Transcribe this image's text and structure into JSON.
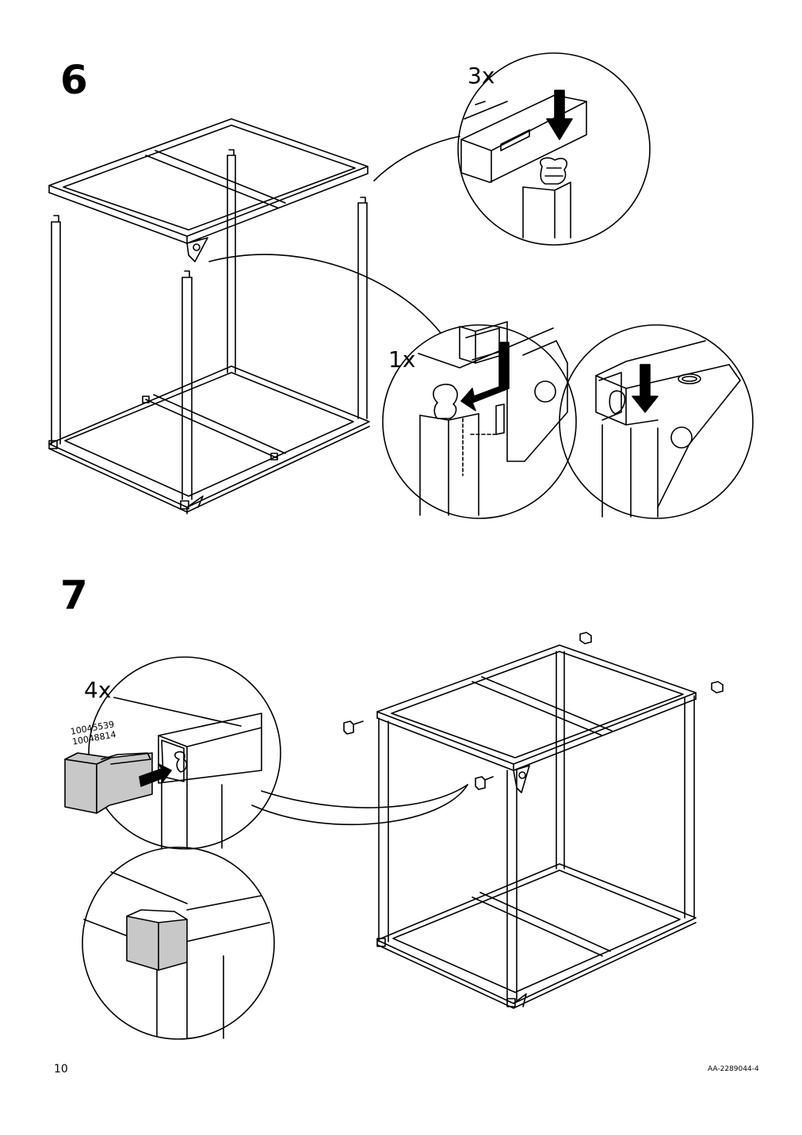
{
  "page": {
    "page_number": "10",
    "document_code": "AA-2289044-4"
  },
  "steps": [
    {
      "number": "6",
      "callouts": [
        {
          "quantity": "3x"
        },
        {
          "quantity": "1x"
        }
      ]
    },
    {
      "number": "7",
      "callouts": [
        {
          "quantity": "4x",
          "part_numbers": [
            "10045539",
            "10048814"
          ]
        }
      ]
    }
  ],
  "colors": {
    "line": "#000000",
    "cap_fill": "#c8c8c8",
    "background": "#ffffff"
  }
}
